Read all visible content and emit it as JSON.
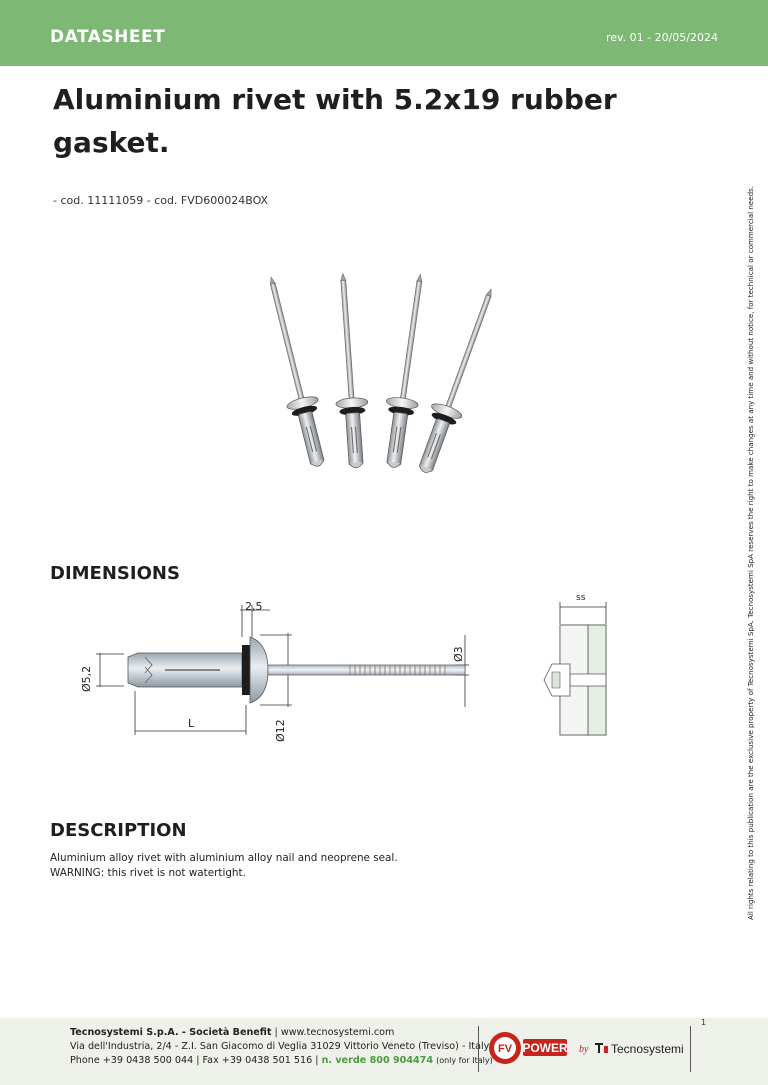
{
  "header": {
    "label": "DATASHEET",
    "revision": "rev. 01 - 20/05/2024",
    "color": "#7db874"
  },
  "title": "Aluminium rivet with 5.2x19 rubber gasket.",
  "codes": "- cod. 11111059 - cod. FVD600024BOX",
  "side_note": "All rights relating to this publication are the exclusive property of Tecnosystemi SpA. Tecnosystemi SpA reserves the right to make changes at any time and without notice, for technical or commercial needs.",
  "dimensions": {
    "heading": "DIMENSIONS",
    "labels": {
      "head_thickness": "2,5",
      "body_diameter": "Ø5,2",
      "nail_diameter": "Ø3",
      "head_diameter": "Ø12",
      "length": "L",
      "grip": "ss"
    }
  },
  "description": {
    "heading": "DESCRIPTION",
    "line1": "Aluminium alloy rivet with aluminium alloy nail and neoprene seal.",
    "line2": "WARNING: this rivet is not watertight."
  },
  "footer": {
    "company": "Tecnosystemi S.p.A. - Società Benefit",
    "separator": " | ",
    "website": "www.tecnosystemi.com",
    "address": "Via dell'Industria, 2/4 - Z.I. San Giacomo di Veglia  31029 Vittorio Veneto (Treviso) - Italy",
    "phone": "Phone +39 0438 500 044",
    "fax": "Fax +39 0438 501 516",
    "toll_free": "n. verde 800 904474",
    "toll_free_note": "(only for Italy)",
    "page": "1",
    "logo_fv": "FV",
    "logo_power": "POWER",
    "logo_by": "by",
    "logo_tecno": "Tecnosystemi",
    "accent": "#4a9a3f"
  }
}
